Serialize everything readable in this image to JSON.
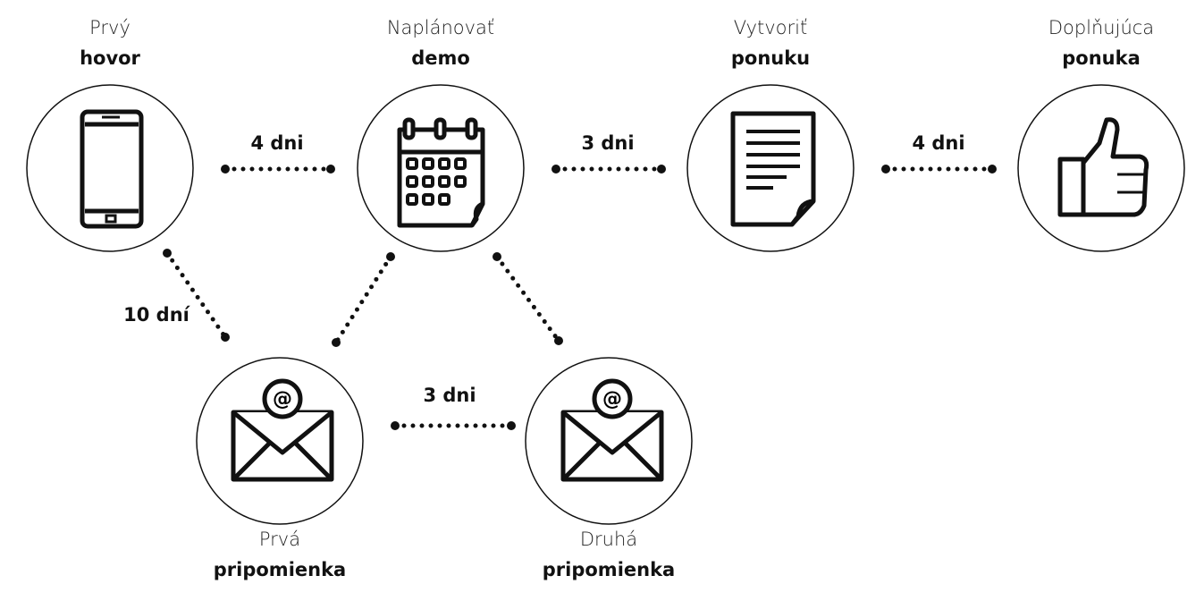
{
  "nodes": [
    {
      "id": "call",
      "line1": "Prvý",
      "line2": "hovor",
      "icon": "phone-icon"
    },
    {
      "id": "demo",
      "line1": "Naplánovať",
      "line2": "demo",
      "icon": "calendar-icon"
    },
    {
      "id": "offer",
      "line1": "Vytvoriť",
      "line2": "ponuku",
      "icon": "document-icon"
    },
    {
      "id": "followup",
      "line1": "Doplňujúca",
      "line2": "ponuka",
      "icon": "thumbs-up-icon"
    },
    {
      "id": "reminder1",
      "line1": "Prvá",
      "line2": "pripomienka",
      "icon": "email-icon"
    },
    {
      "id": "reminder2",
      "line1": "Druhá",
      "line2": "pripomienka",
      "icon": "email-icon"
    }
  ],
  "edges": [
    {
      "from": "call",
      "to": "demo",
      "label": "4 dni"
    },
    {
      "from": "demo",
      "to": "offer",
      "label": "3 dni"
    },
    {
      "from": "offer",
      "to": "followup",
      "label": "4 dni"
    },
    {
      "from": "call",
      "to": "reminder1",
      "label": "10 dní"
    },
    {
      "from": "reminder1",
      "to": "reminder2",
      "label": "3 dni"
    },
    {
      "from": "reminder1",
      "to": "demo",
      "label": ""
    },
    {
      "from": "demo",
      "to": "reminder2",
      "label": ""
    }
  ]
}
